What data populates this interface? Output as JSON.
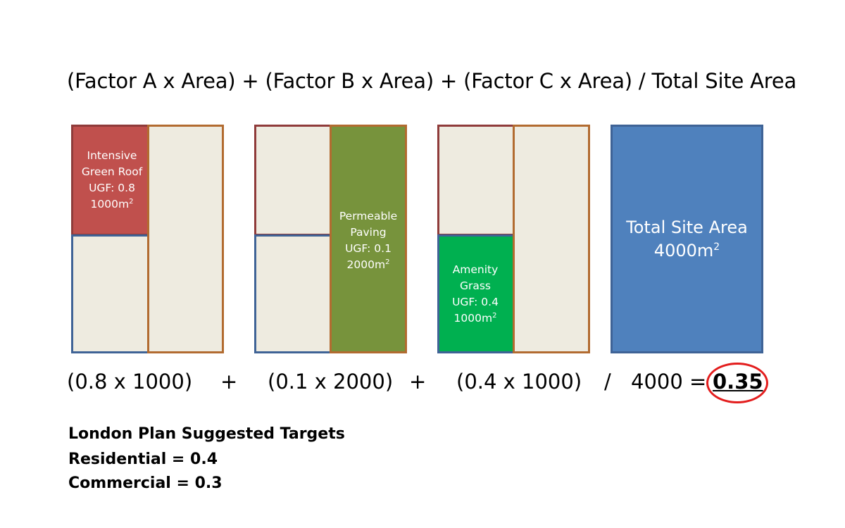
{
  "formula": "(Factor A x Area) + (Factor B x Area) + (Factor C x Area) / Total Site Area",
  "panels": {
    "a": {
      "label_lines": [
        "Intensive",
        "Green Roof",
        "UGF: 0.8",
        "1000m"
      ],
      "unit_exp": "2",
      "colors": {
        "fill": "#c0504d",
        "blank": "#eeebe0"
      }
    },
    "b": {
      "label_lines": [
        "Permeable",
        "Paving",
        "UGF: 0.1",
        "2000m"
      ],
      "unit_exp": "2",
      "colors": {
        "fill": "#77933c",
        "blank": "#eeebe0"
      }
    },
    "c": {
      "label_lines": [
        "Amenity",
        "Grass",
        "UGF: 0.4",
        "1000m"
      ],
      "unit_exp": "2",
      "colors": {
        "fill": "#00b050",
        "blank": "#eeebe0"
      }
    },
    "total": {
      "label_lines": [
        "Total Site Area",
        "4000m"
      ],
      "unit_exp": "2",
      "colors": {
        "fill": "#4f81bd"
      }
    }
  },
  "calculation": {
    "term_a": "(0.8 x 1000)",
    "plus_1": "+",
    "term_b": "(0.1 x 2000)",
    "plus_2": "+",
    "term_c": "(0.4 x 1000)",
    "divide": "/",
    "total_equals": "4000 =",
    "result": "0.35",
    "highlight_color": "#e31d1d"
  },
  "targets": {
    "heading": "London Plan Suggested Targets",
    "residential": "Residential = 0.4",
    "commercial": "Commercial = 0.3"
  }
}
